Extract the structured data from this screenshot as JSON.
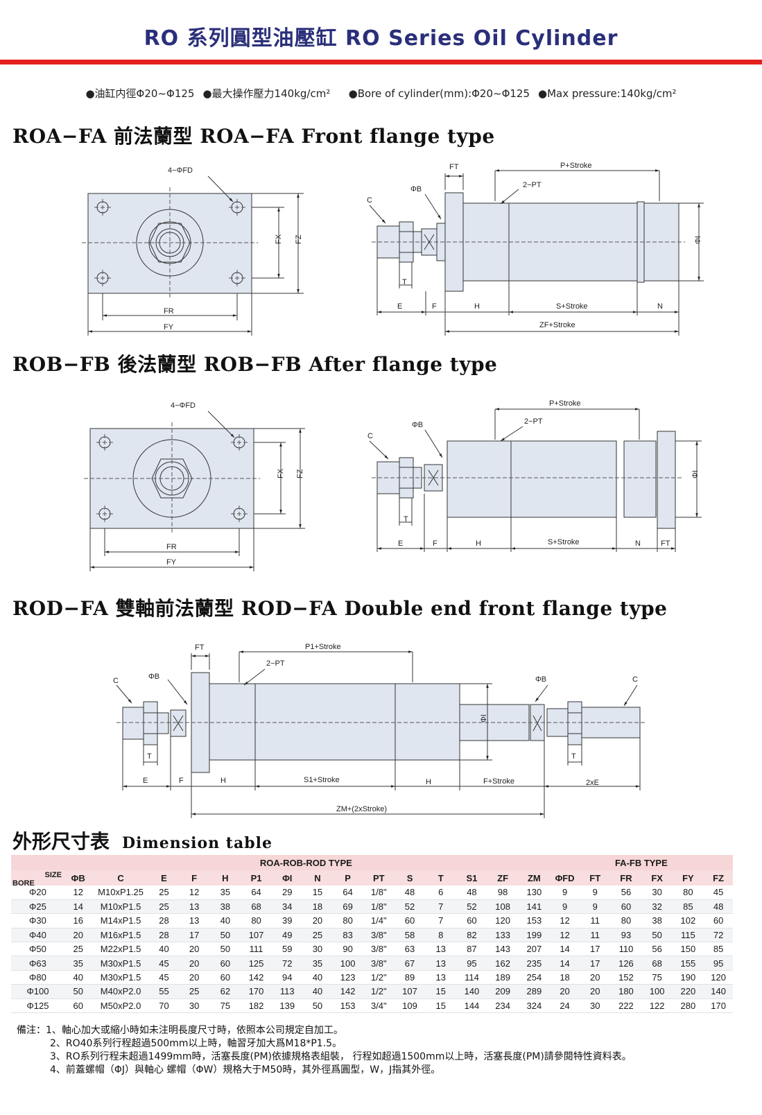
{
  "header": {
    "title": "RO 系列圓型油壓缸 RO Series Oil Cylinder"
  },
  "specs": [
    "●油缸内徑Φ20~Φ125",
    "●最大操作壓力140kg/cm²",
    "●Bore of cylinder(mm):Φ20~Φ125",
    "●Max pressure:140kg/cm²"
  ],
  "sections": {
    "roa": {
      "title": "ROA−FA 前法蘭型  ROA−FA Front flange type"
    },
    "rob": {
      "title": "ROB−FB 後法蘭型  ROB−FB After flange type"
    },
    "rod": {
      "title": "ROD−FA 雙軸前法蘭型  ROD−FA Double end front flange type"
    }
  },
  "labels": {
    "fd": "4−ΦFD",
    "fx": "FX",
    "fz": "FZ",
    "fr": "FR",
    "fy": "FY",
    "ft": "FT",
    "c": "C",
    "ob": "ΦB",
    "pt": "2−PT",
    "t": "T",
    "e": "E",
    "f": "F",
    "h": "H",
    "n": "N",
    "oi": "ΦI",
    "p_stroke": "P+Stroke",
    "s_stroke": "S+Stroke",
    "zf_stroke": "ZF+Stroke",
    "p1_stroke": "P1+Stroke",
    "s1_stroke": "S1+Stroke",
    "f_stroke": "F+Stroke",
    "two_e": "2xE",
    "zm": "ZM+(2xStroke)"
  },
  "table": {
    "title_cn": "外形尺寸表",
    "title_en": "Dimension table",
    "group_left": "ROA-ROB-ROD TYPE",
    "group_right": "FA-FB TYPE",
    "size_label": "SIZE",
    "bore_label": "BORE",
    "columns": [
      "ΦB",
      "C",
      "E",
      "F",
      "H",
      "P1",
      "ΦI",
      "N",
      "P",
      "PT",
      "S",
      "T",
      "S1",
      "ZF",
      "ZM",
      "ΦFD",
      "FT",
      "FR",
      "FX",
      "FY",
      "FZ"
    ],
    "rows": [
      [
        "Φ20",
        "12",
        "M10xP1.25",
        "25",
        "12",
        "35",
        "64",
        "29",
        "15",
        "64",
        "1/8\"",
        "48",
        "6",
        "48",
        "98",
        "130",
        "9",
        "9",
        "56",
        "30",
        "80",
        "45"
      ],
      [
        "Φ25",
        "14",
        "M10xP1.5",
        "25",
        "13",
        "38",
        "68",
        "34",
        "18",
        "69",
        "1/8\"",
        "52",
        "7",
        "52",
        "108",
        "141",
        "9",
        "9",
        "60",
        "32",
        "85",
        "48"
      ],
      [
        "Φ30",
        "16",
        "M14xP1.5",
        "28",
        "13",
        "40",
        "80",
        "39",
        "20",
        "80",
        "1/4\"",
        "60",
        "7",
        "60",
        "120",
        "153",
        "12",
        "11",
        "80",
        "38",
        "102",
        "60"
      ],
      [
        "Φ40",
        "20",
        "M16xP1.5",
        "28",
        "17",
        "50",
        "107",
        "49",
        "25",
        "83",
        "3/8\"",
        "58",
        "8",
        "82",
        "133",
        "199",
        "12",
        "11",
        "93",
        "50",
        "115",
        "72"
      ],
      [
        "Φ50",
        "25",
        "M22xP1.5",
        "40",
        "20",
        "50",
        "111",
        "59",
        "30",
        "90",
        "3/8\"",
        "63",
        "13",
        "87",
        "143",
        "207",
        "14",
        "17",
        "110",
        "56",
        "150",
        "85"
      ],
      [
        "Φ63",
        "35",
        "M30xP1.5",
        "45",
        "20",
        "60",
        "125",
        "72",
        "35",
        "100",
        "3/8\"",
        "67",
        "13",
        "95",
        "162",
        "235",
        "14",
        "17",
        "126",
        "68",
        "155",
        "95"
      ],
      [
        "Φ80",
        "40",
        "M30xP1.5",
        "45",
        "20",
        "60",
        "142",
        "94",
        "40",
        "123",
        "1/2\"",
        "89",
        "13",
        "114",
        "189",
        "254",
        "18",
        "20",
        "152",
        "75",
        "190",
        "120"
      ],
      [
        "Φ100",
        "50",
        "M40xP2.0",
        "55",
        "25",
        "62",
        "170",
        "113",
        "40",
        "142",
        "1/2\"",
        "107",
        "15",
        "140",
        "209",
        "289",
        "20",
        "20",
        "180",
        "100",
        "220",
        "140"
      ],
      [
        "Φ125",
        "60",
        "M50xP2.0",
        "70",
        "30",
        "75",
        "182",
        "139",
        "50",
        "153",
        "3/4\"",
        "109",
        "15",
        "144",
        "234",
        "324",
        "24",
        "30",
        "222",
        "122",
        "280",
        "170"
      ]
    ]
  },
  "notes": [
    "備注：1、軸心加大或縮小時如未注明長度尺寸時，依照本公司規定自加工。",
    "2、RO40系列行程超過500mm以上時，軸習牙加大爲M18*P1.5。",
    "3、RO系列行程未超過1499mm時，活塞長度(PM)依據規格表組裝， 行程如超過1500mm以上時，活塞長度(PM)請參閱特性資料表。",
    "4、前蓋螺帽（ΦJ）與軸心 螺帽（ΦW）規格大于M50時，其外徑爲圓型，W，J指其外徑。"
  ],
  "colors": {
    "title_blue": "#2a2f7a",
    "red_bar": "#e3201d",
    "drawing_fill": "#dfe6f0",
    "table_header": "#f6d6d7"
  }
}
